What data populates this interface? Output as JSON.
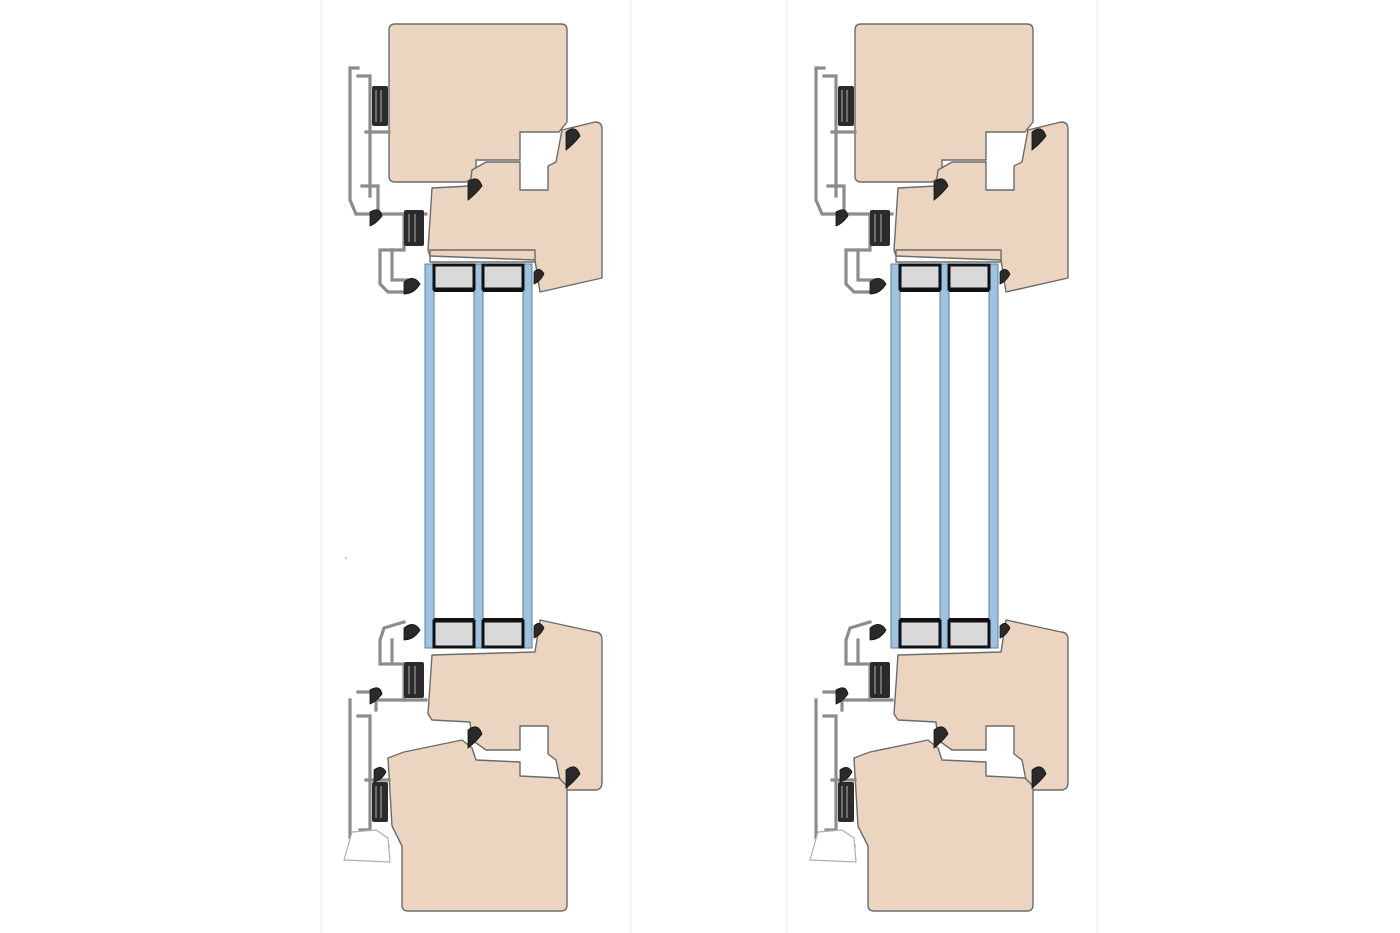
{
  "figure": {
    "type": "window-section-drawing",
    "panels": [
      {
        "id": "left",
        "variant": "flush-cladding"
      },
      {
        "id": "right",
        "variant": "offset-cladding"
      }
    ],
    "glazing": {
      "panes": 3,
      "cavities": 2
    },
    "colors": {
      "background": "#ffffff",
      "timber": "#ecd5c0",
      "timber_outline": "#6b6b6b",
      "glass": "#9ec3e2",
      "glass_outline": "#5d7f99",
      "spacer": "#d9d9d9",
      "spacer_outline": "#111111",
      "aluminium": "#8c8c8c",
      "gasket": "#2b2b2b",
      "column_line": "#ececec"
    }
  }
}
